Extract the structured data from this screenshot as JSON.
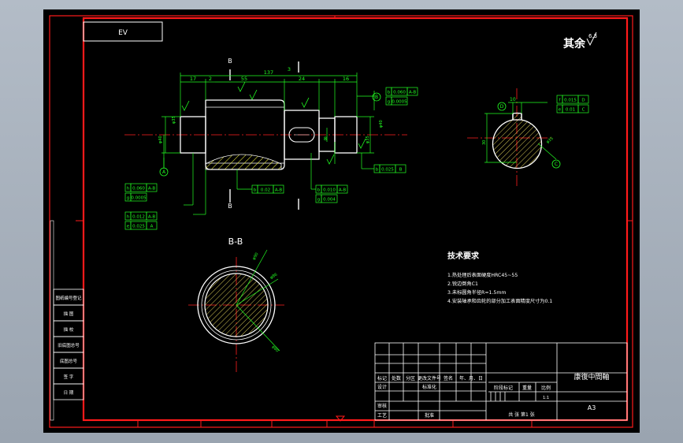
{
  "drawing": {
    "corner_label": "EV",
    "roughness_note": "其余",
    "roughness_value": "6.3",
    "part_name": "康復中間軸",
    "paper_size": "A3",
    "section_label": "B-B",
    "section_mark_top": "B",
    "section_mark_bottom": "B"
  },
  "dimensions": {
    "total_length": "137",
    "d17": "17",
    "d2": "2",
    "d55": "55",
    "d3": "3",
    "d24": "24",
    "d16": "16",
    "d10": "10",
    "d8": "8"
  },
  "tolerances": [
    {
      "sym": "b",
      "val": "0.060",
      "ref": "A-B"
    },
    {
      "sym": "g",
      "val": "0.0005",
      "ref": ""
    },
    {
      "sym": "h",
      "val": "0.060",
      "ref": "A-B"
    },
    {
      "sym": "g",
      "val": "0.0005",
      "ref": ""
    },
    {
      "sym": "h",
      "val": "0.012",
      "ref": "A-B"
    },
    {
      "sym": "e",
      "val": "0.025",
      "ref": "A"
    },
    {
      "sym": "b",
      "val": "0.02",
      "ref": "A-B"
    },
    {
      "sym": "b",
      "val": "0.010",
      "ref": "A-B"
    },
    {
      "sym": "g",
      "val": "0.004",
      "ref": ""
    },
    {
      "sym": "b",
      "val": "0.025",
      "ref": "B"
    },
    {
      "sym": "f",
      "val": "0.015",
      "ref": "D"
    },
    {
      "sym": "e",
      "val": "0.01",
      "ref": "C"
    }
  ],
  "datums": {
    "a": "A",
    "b": "B",
    "c": "C",
    "d": "D"
  },
  "tech_requirements": {
    "title": "技术要求",
    "items": [
      "1.热处理后表面硬度HRC45~55",
      "2.锐边倒角C1",
      "3.未标圆角半径R=1.5mm",
      "4.安装轴承和齿轮的部分加工表面精度尺寸为0.1"
    ]
  },
  "left_strip": [
    "图纸编号登记",
    "描 图",
    "描 校",
    "旧底图总号",
    "底图总号",
    "签 字",
    "日 期"
  ],
  "title_block": {
    "row1": [
      "标记",
      "处数",
      "分区",
      "更改文件号",
      "签名",
      "年、月、日"
    ],
    "design": "设计",
    "standard": "标准化",
    "stage_label": "阶段标记",
    "weight_label": "重量",
    "scale_label": "比例",
    "scale_value": "1:1",
    "audit": "审核",
    "process": "工艺",
    "approve": "批准",
    "sheet_text": "共 张 第1 张"
  },
  "colors": {
    "frame": "#ff1a1a",
    "table": "#ffffff",
    "annotation": "#22ff22",
    "outline": "#ffffff",
    "hatch": "#ffff44",
    "centerline": "#ff2020"
  }
}
